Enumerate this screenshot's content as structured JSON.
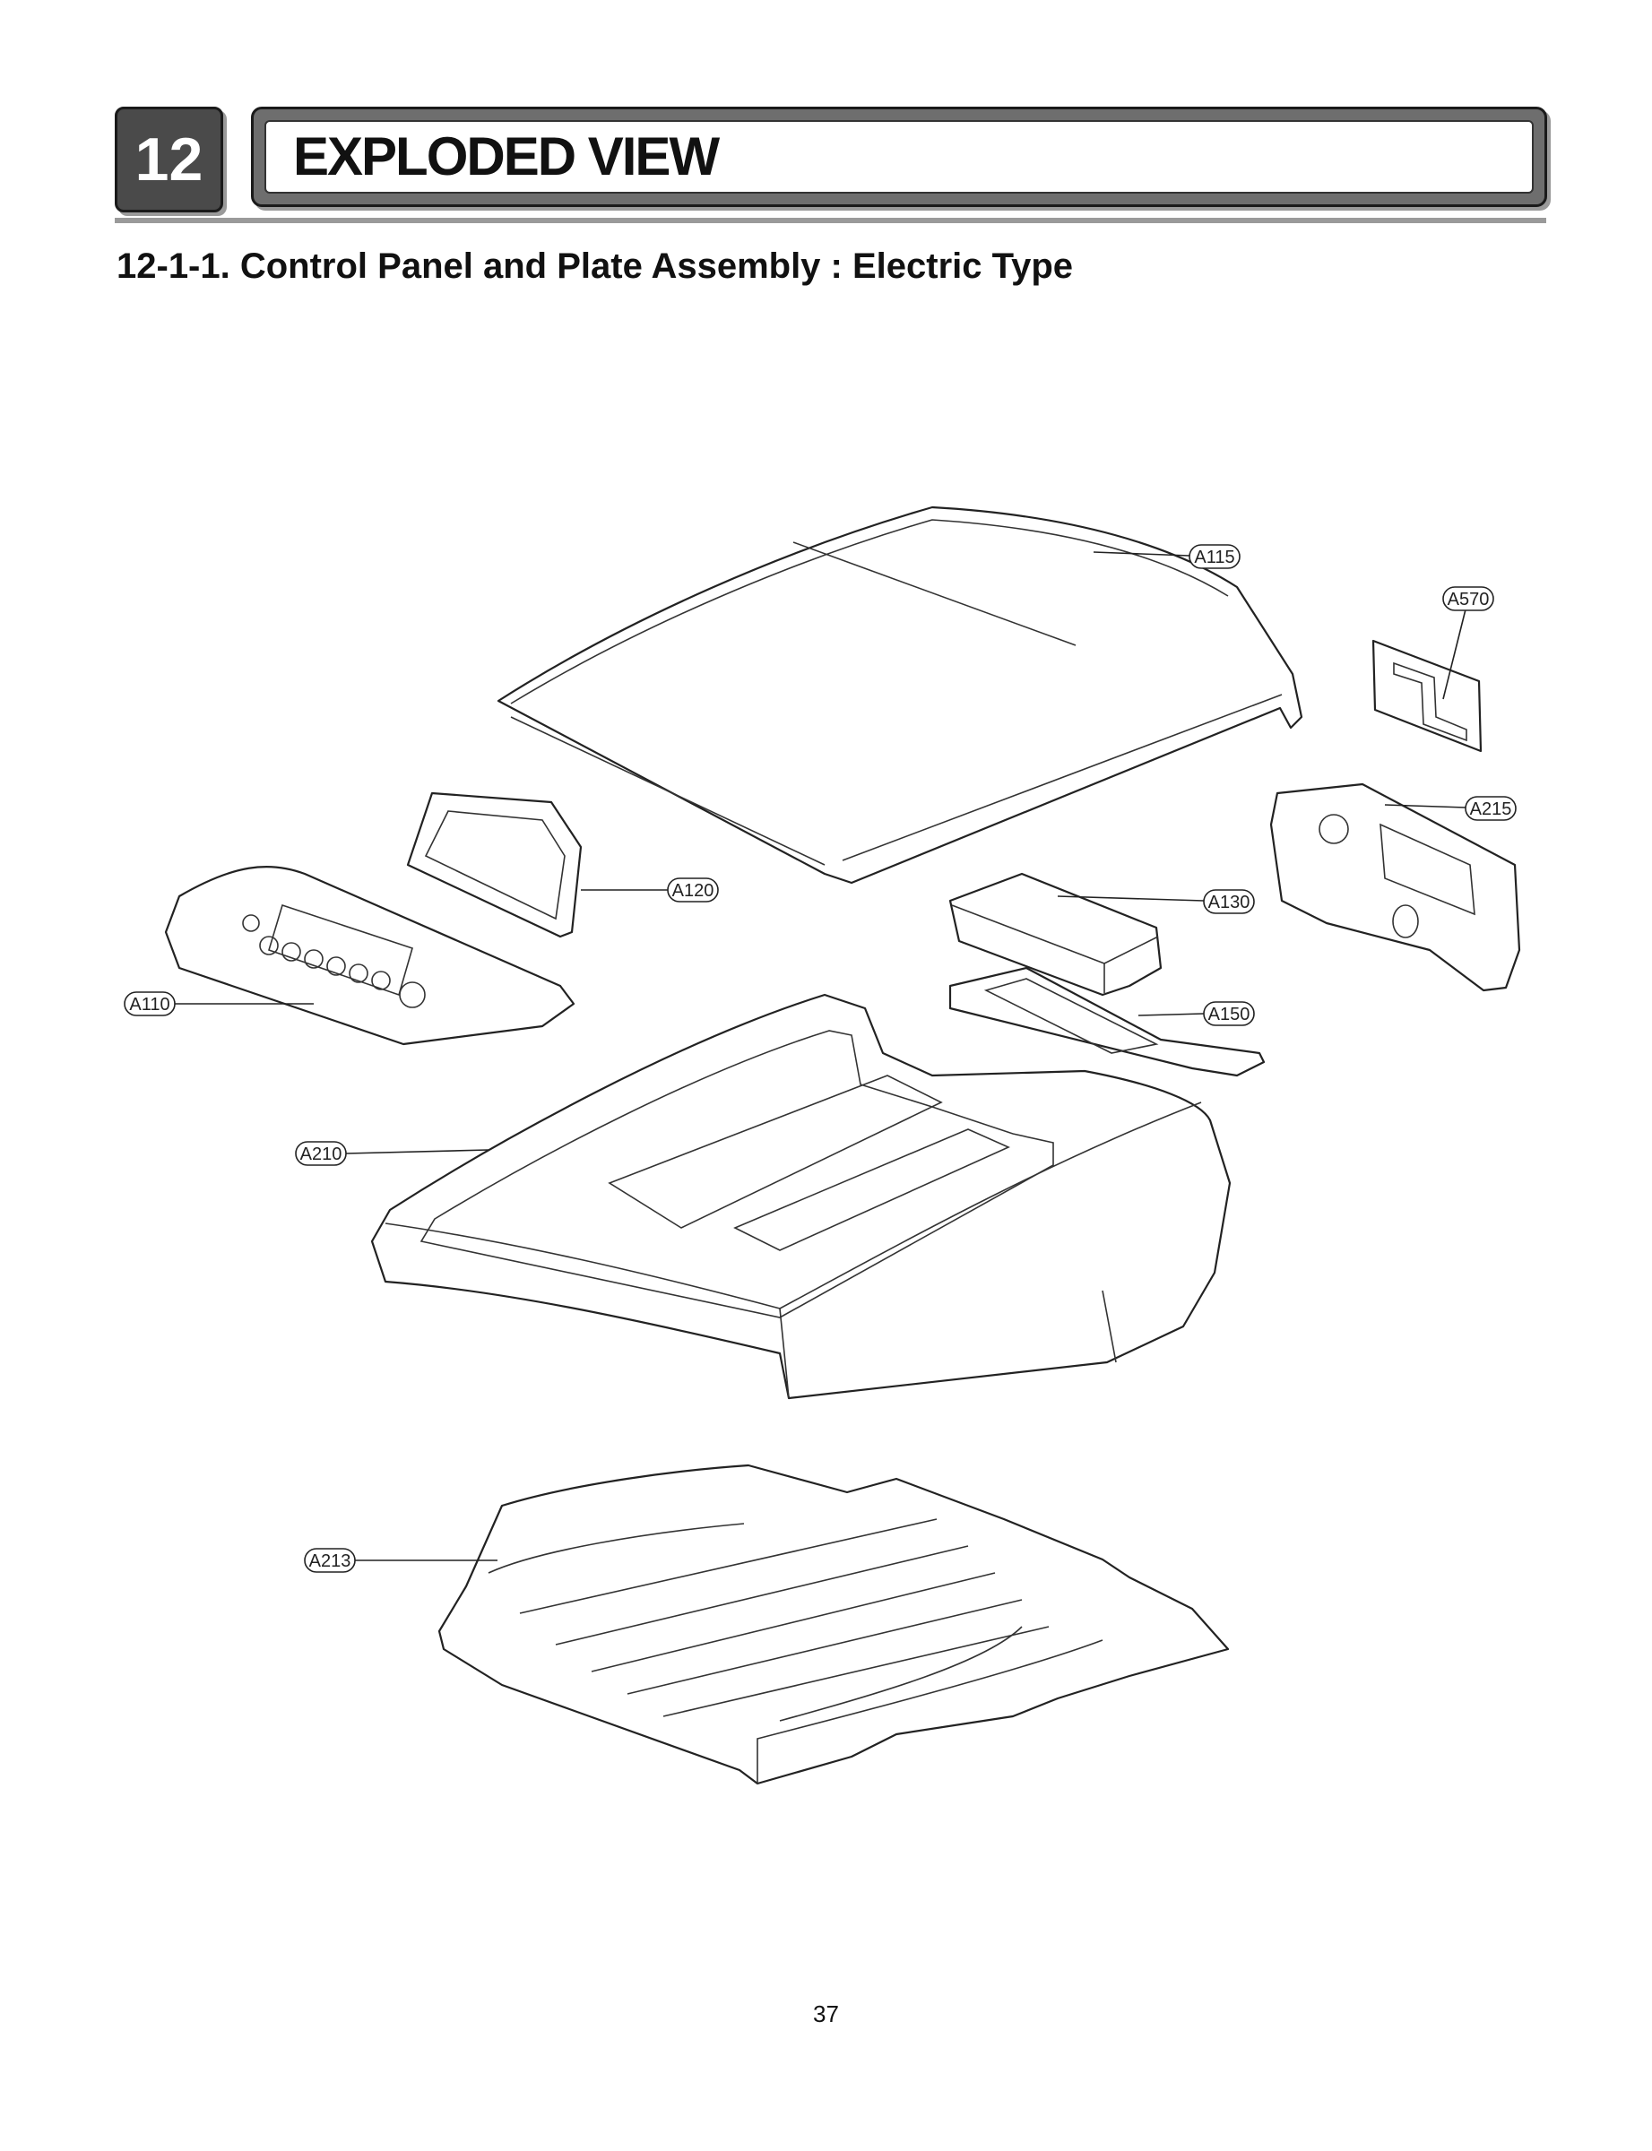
{
  "header": {
    "section_number": "12",
    "section_title": "EXPLODED VIEW"
  },
  "subtitle": "12-1-1. Control Panel and Plate Assembly : Electric Type",
  "callouts": {
    "a115": "A115",
    "a570": "A570",
    "a215": "A215",
    "a120": "A120",
    "a130": "A130",
    "a110": "A110",
    "a150": "A150",
    "a210": "A210",
    "a213": "A213"
  },
  "page_number": "37"
}
